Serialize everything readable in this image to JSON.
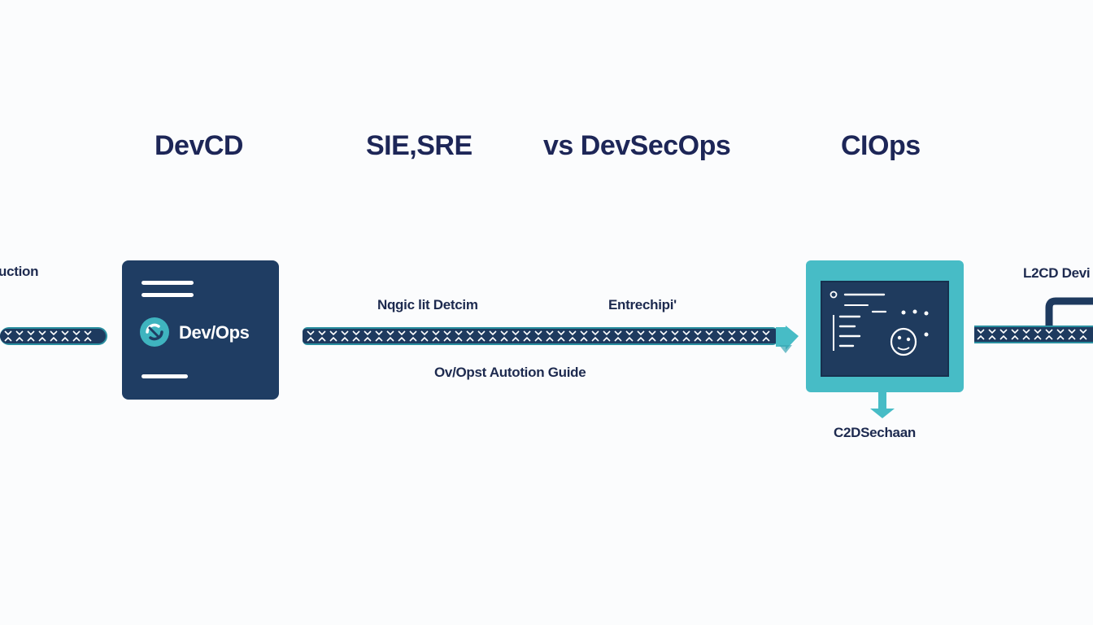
{
  "headings": [
    "DevCD",
    "SIE,SRE",
    "vs DevSecOps",
    "CIOps"
  ],
  "labels": {
    "left_edge": "uction",
    "mid_top_1": "Nqgic lit Detcim",
    "mid_top_2": "Entrechipi'",
    "mid_bottom": "Ov/Opst Autotion Guide",
    "monitor_caption": "C2DSechaan",
    "right_edge": "L2CD Devi"
  },
  "card": {
    "title": "Dev/Ops"
  },
  "colors": {
    "navy": "#1f3d63",
    "teal": "#47bcc6",
    "text": "#1d2657",
    "background": "#fbfcfd"
  },
  "icons": [
    "devops-logo-icon",
    "dashboard-monitor-icon",
    "face-icon"
  ]
}
